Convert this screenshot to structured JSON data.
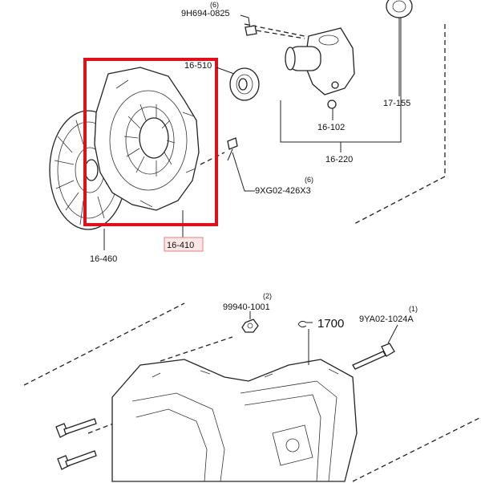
{
  "labels": {
    "bolt_top": "9H694-0825",
    "bolt_top_qty": "(6)",
    "release_bearing": "16-510",
    "collar": "17-155",
    "fork": "16-102",
    "release_assy": "16-220",
    "cover_bolt": "9XG02-426X3",
    "cover_bolt_qty": "(6)",
    "clutch_cover": "16-410",
    "clutch_disc": "16-460",
    "nut": "99940-1001",
    "nut_qty": "(2)",
    "transmission": "1700",
    "trans_bolt": "9YA02-1024A",
    "trans_bolt_qty": "(1)"
  },
  "highlight": {
    "color": "#e0101a",
    "label_bg": "#fde6e6",
    "label_border": "#e08080"
  }
}
